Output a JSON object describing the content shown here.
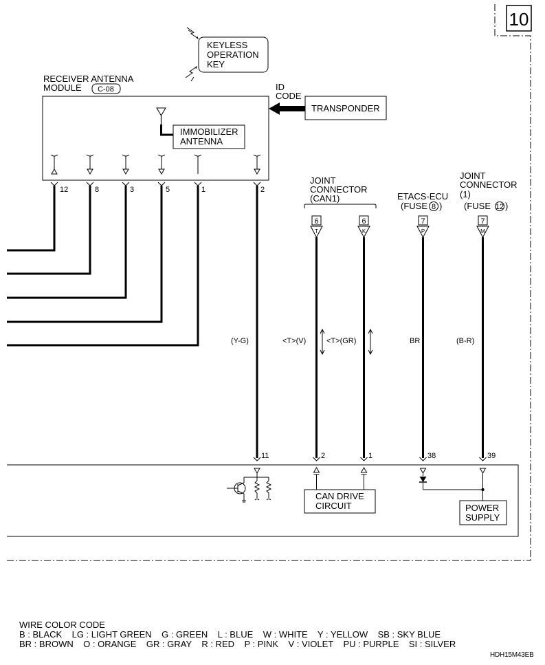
{
  "page_number": "10",
  "keyless": [
    "KEYLESS",
    "OPERATION",
    "KEY"
  ],
  "receiver": {
    "line1": "RECEIVER ANTENNA",
    "line2": "MODULE",
    "connector": "C-08"
  },
  "immobilizer": [
    "IMMOBILIZER",
    "ANTENNA"
  ],
  "id_code": [
    "ID",
    "CODE"
  ],
  "transponder": "TRANSPONDER",
  "module_pins": [
    "12",
    "8",
    "3",
    "5",
    "1",
    "2"
  ],
  "joint_connector_can1": [
    "JOINT",
    "CONNECTOR",
    "(CAN1)"
  ],
  "etacs_ecu": [
    "ETACS-ECU",
    "(FUSE",
    "8",
    ")"
  ],
  "joint_connector_1": [
    "JOINT",
    "CONNECTOR",
    "(1)",
    "(FUSE",
    "12",
    ")"
  ],
  "connector_tags": [
    {
      "top": "6",
      "letter": "T"
    },
    {
      "top": "6",
      "letter": "K"
    },
    {
      "top": "7",
      "letter": "P"
    },
    {
      "top": "7",
      "letter": "M"
    }
  ],
  "wire_codes": [
    "(Y-G)",
    "<T>(V)",
    "<T>(GR)",
    "BR",
    "(B-R)"
  ],
  "ecu_pins": [
    "11",
    "2",
    "1",
    "38",
    "39"
  ],
  "can_drive": [
    "CAN DRIVE",
    "CIRCUIT"
  ],
  "power_supply": [
    "POWER",
    "SUPPLY"
  ],
  "legend": {
    "title": "WIRE COLOR CODE",
    "row1": "B : BLACK    LG : LIGHT GREEN    G : GREEN    L : BLUE    W : WHITE    Y : YELLOW    SB : SKY BLUE",
    "row2": "BR : BROWN    O : ORANGE    GR : GRAY    R : RED    P : PINK    V : VIOLET    PU : PURPLE    SI : SILVER"
  },
  "reference_code": "HDH15M43EB"
}
